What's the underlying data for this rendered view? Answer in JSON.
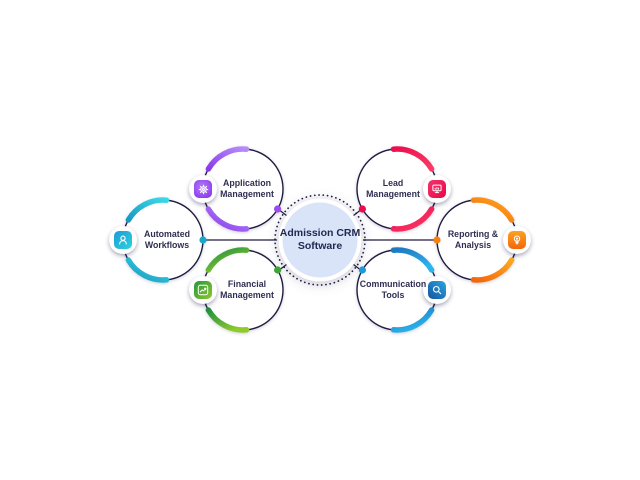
{
  "center": {
    "line1": "Admission CRM",
    "line2": "Software",
    "fill_color": "#dae4f8",
    "dotted_ring_color": "#201d42"
  },
  "nodes": [
    {
      "label": "Automated\nWorkflows",
      "icon": "user-icon",
      "side": "left",
      "arc_from": "#1799c2",
      "arc_to": "#3bd8e6",
      "dot_color": "#15aacc"
    },
    {
      "label": "Application\nManagement",
      "icon": "gear-icon",
      "side": "left",
      "arc_from": "#8a3bec",
      "arc_to": "#b78cf7",
      "dot_color": "#9a4cf0"
    },
    {
      "label": "Financial\nManagement",
      "icon": "chart-icon",
      "side": "left",
      "arc_from": "#1f9140",
      "arc_to": "#90ca2b",
      "dot_color": "#3da636"
    },
    {
      "label": "Lead\nManagement",
      "icon": "monitor-icon",
      "side": "right",
      "arc_from": "#ed0d4e",
      "arc_to": "#fa3b66",
      "dot_color": "#ee0c50"
    },
    {
      "label": "Communication\nTools",
      "icon": "search-icon",
      "side": "right",
      "arc_from": "#1f78c0",
      "arc_to": "#2db4ec",
      "dot_color": "#1e9ad8"
    },
    {
      "label": "Reporting &\nAnalysis",
      "icon": "lightbulb-icon",
      "side": "right",
      "arc_from": "#f4660b",
      "arc_to": "#fda921",
      "dot_color": "#f97f10"
    }
  ],
  "colors": {
    "outline_navy": "#201d42",
    "text": "#2f2e52",
    "background": "#ffffff"
  }
}
